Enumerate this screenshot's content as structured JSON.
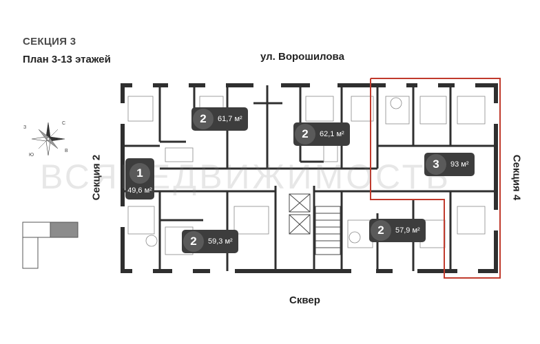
{
  "header": {
    "section_title": "СЕКЦИЯ 3",
    "plan_title": "План 3-13 этажей"
  },
  "labels": {
    "street": "ул. Ворошилова",
    "square": "Сквер",
    "left_section": "Секция 2",
    "right_section": "Секция 4"
  },
  "watermark": "ВСЯНЕДВИЖИМОСТЬ",
  "compass": {
    "north": "С",
    "east": "В",
    "south": "Ю",
    "west": "З"
  },
  "apartments": [
    {
      "rooms": "1",
      "area": "49,6 м²"
    },
    {
      "rooms": "2",
      "area": "61,7 м²"
    },
    {
      "rooms": "2",
      "area": "62,1 м²"
    },
    {
      "rooms": "3",
      "area": "93 м²"
    },
    {
      "rooms": "2",
      "area": "59,3 м²"
    },
    {
      "rooms": "2",
      "area": "57,9 м²"
    }
  ],
  "colors": {
    "wall": "#2f2f2f",
    "badge": "#3d3d3d",
    "highlight": "#c0392b",
    "keyplan_active": "#8c8c8c"
  }
}
